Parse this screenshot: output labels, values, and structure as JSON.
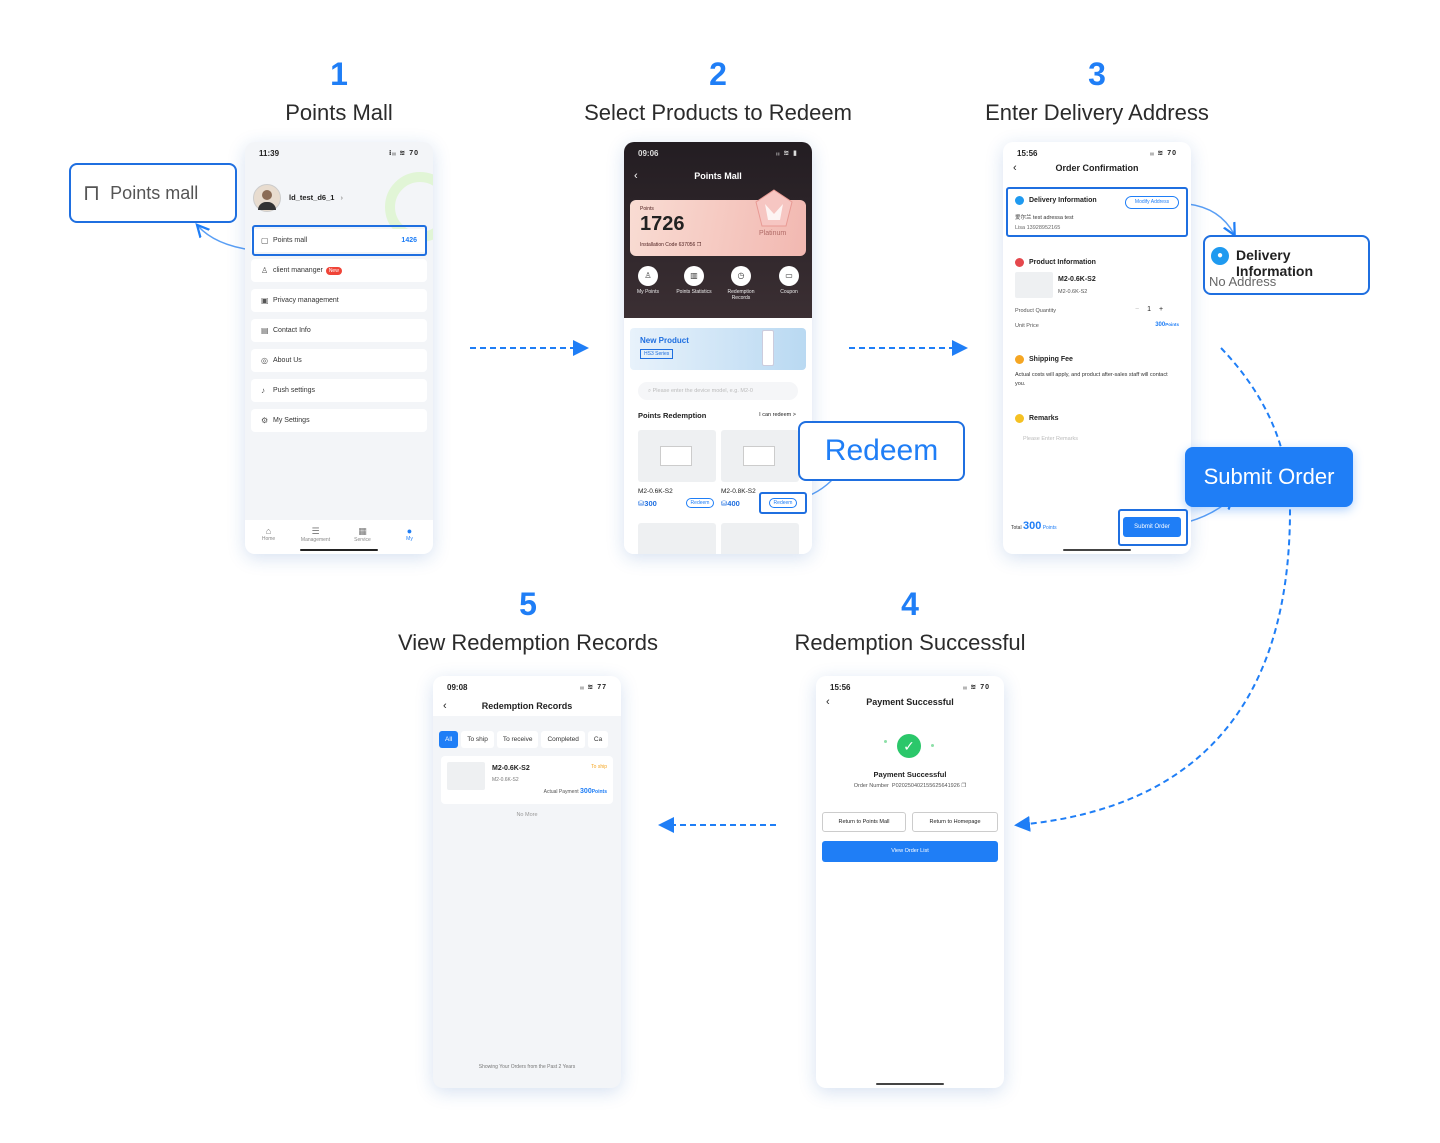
{
  "steps": [
    {
      "num": "1",
      "title": "Points Mall"
    },
    {
      "num": "2",
      "title": "Select Products to Redeem"
    },
    {
      "num": "3",
      "title": "Enter Delivery Address"
    },
    {
      "num": "4",
      "title": "Redemption Successful"
    },
    {
      "num": "5",
      "title": "View Redemption Records"
    }
  ],
  "callouts": {
    "points_mall": "Points mall",
    "redeem": "Redeem",
    "delivery_title": "Delivery Information",
    "delivery_value": "No Address",
    "submit_order": "Submit Order"
  },
  "phone1": {
    "time": "11:39",
    "status": "⁝ᵢᵢ ≋ 70",
    "username": "ld_test_d6_1",
    "menu": [
      {
        "icon": "bag-icon",
        "label": "Points mall",
        "value": "1426"
      },
      {
        "icon": "user-icon",
        "label": "client mananger",
        "badge": "New"
      },
      {
        "icon": "shield-icon",
        "label": "Privacy management"
      },
      {
        "icon": "contact-icon",
        "label": "Contact Info"
      },
      {
        "icon": "info-icon",
        "label": "About Us"
      },
      {
        "icon": "bell-icon",
        "label": "Push settings"
      },
      {
        "icon": "settings-icon",
        "label": "My Settings"
      }
    ],
    "tabs": [
      "Home",
      "Management",
      "Service",
      "My"
    ]
  },
  "phone2": {
    "time": "09:06",
    "title": "Points Mall",
    "points_label": "Points",
    "points": "1726",
    "install_code": "Installation Code 637056",
    "tier": "Platinum",
    "menu": [
      "My Points",
      "Points Statistics",
      "Redemption Records",
      "Coupon"
    ],
    "banner_title": "New Product",
    "banner_sub": "HS3 Series",
    "search_placeholder": "Please enter the device model, e.g. M2-0",
    "section_title": "Points Redemption",
    "section_link": "I can redeem >",
    "products": [
      {
        "name": "M2-0.6K-S2",
        "price": "300",
        "action": "Redeem"
      },
      {
        "name": "M2-0.8K-S2",
        "price": "400",
        "action": "Redeem"
      }
    ]
  },
  "phone3": {
    "time": "15:56",
    "title": "Order Confirmation",
    "delivery_title": "Delivery Information",
    "modify": "Modify Address",
    "address": "爱尔兰 test adressa test",
    "contact": "Lisa  13928952165",
    "product_title": "Product Information",
    "product_name": "M2-0.6K-S2",
    "product_model": "M2-0.6K-S2",
    "qty_label": "Product Quantity",
    "qty": "1",
    "price_label": "Unit Price",
    "price": "300",
    "price_unit": "Points",
    "shipping_title": "Shipping Fee",
    "shipping_text": "Actual costs will apply, and product after-sales staff will contact you.",
    "remarks_title": "Remarks",
    "remarks_placeholder": "Please Enter Remarks",
    "total_label": "Total",
    "total": "300",
    "total_unit": "Points",
    "submit": "Submit Order"
  },
  "phone4": {
    "time": "15:56",
    "title": "Payment Successful",
    "status": "Payment Successful",
    "order_label": "Order Number",
    "order_number": "P020250402155625641926",
    "btn_mall": "Return to Points Mall",
    "btn_home": "Return to Homepage",
    "btn_view": "View Order List"
  },
  "phone5": {
    "time": "09:08",
    "title": "Redemption Records",
    "tabs": [
      "All",
      "To ship",
      "To receive",
      "Completed",
      "Ca"
    ],
    "item_name": "M2-0.6K-S2",
    "item_model": "M2-0.6K-S2",
    "item_status": "To ship",
    "payment_label": "Actual Payment",
    "payment": "300",
    "payment_unit": "Points",
    "no_more": "No More",
    "footer": "Showing Your Orders from the Past 2 Years"
  },
  "colors": {
    "accent": "#1f7ef6",
    "title": "#2b2b2b",
    "highlight": "#1f6fe0",
    "status_orange": "#f5a623"
  }
}
